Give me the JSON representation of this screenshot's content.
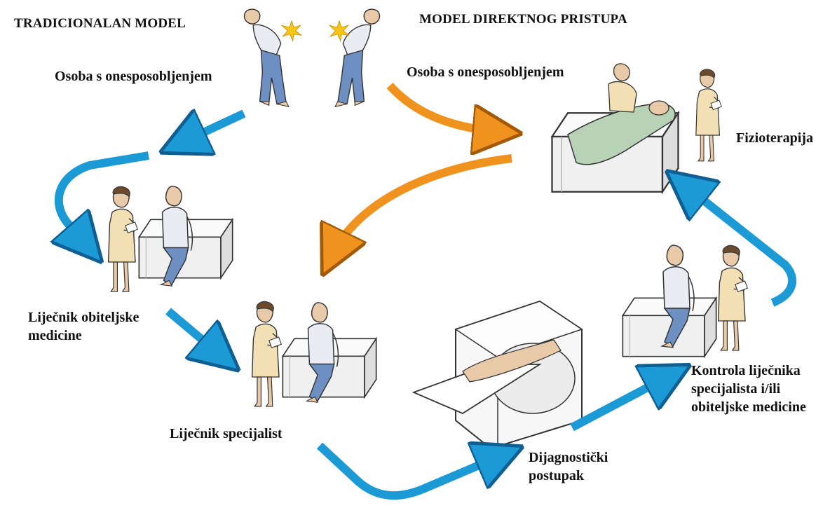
{
  "headings": {
    "traditional": "TRADICIONALAN MODEL",
    "direct": "MODEL DIREKTNOG PRISTUPA"
  },
  "labels": {
    "person_left": "Osoba s onesposobljenjem",
    "person_right": "Osoba s onesposobljenjem",
    "physiotherapy": "Fizioterapija",
    "family_doctor": [
      "Liječnik obiteljske",
      "medicine"
    ],
    "specialist": "Liječnik specijalist",
    "diagnostic": [
      "Dijagnostički",
      "postupak"
    ],
    "control": [
      "Kontrola liječnika",
      "specijalista i/ili",
      "obiteljske medicine"
    ]
  },
  "colors": {
    "traditional_arrow": "#1b9ad6",
    "direct_arrow": "#f0931e",
    "skin": "#e8c9a8",
    "shirt": "#e9ecf3",
    "jeans": "#6d8fc2",
    "coat": "#f2dfb4",
    "sheet": "#b7d2b4",
    "pain": "#f5c518"
  },
  "icons": [
    "person-back-pain-icon",
    "doctor-icon",
    "patient-on-table-icon",
    "physiotherapy-icon",
    "mri-scanner-icon"
  ]
}
